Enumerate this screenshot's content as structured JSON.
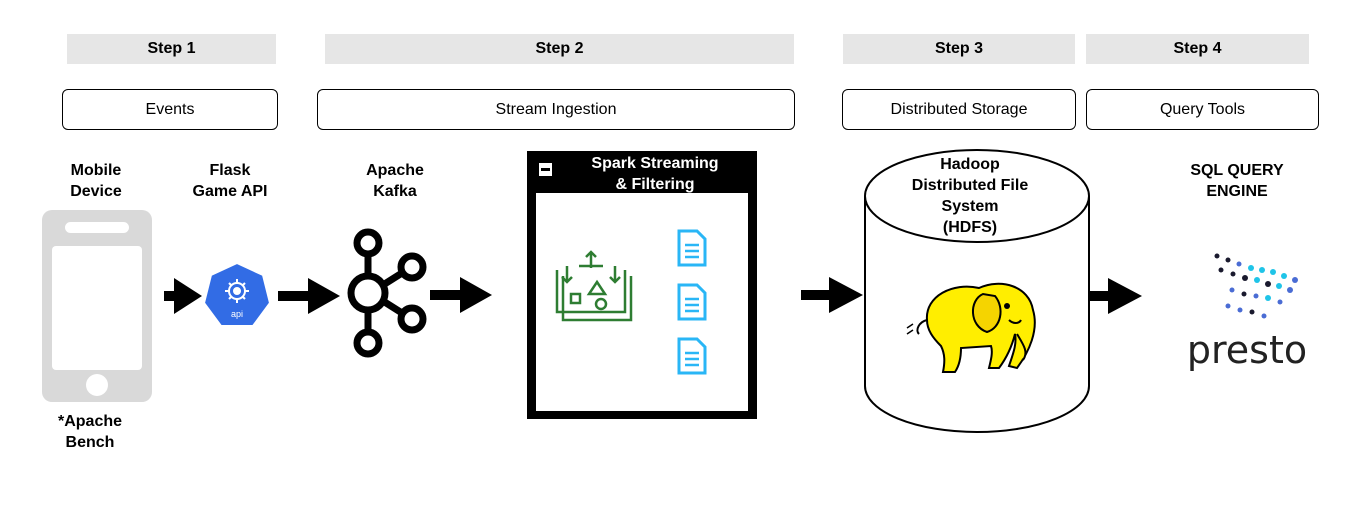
{
  "steps": [
    "Step 1",
    "Step 2",
    "Step 3",
    "Step 4"
  ],
  "stages": [
    "Events",
    "Stream Ingestion",
    "Distributed Storage",
    "Query Tools"
  ],
  "components": {
    "mobile": "Mobile\nDevice",
    "flask": "Flask\nGame API",
    "kafka": "Apache\nKafka",
    "spark": "Spark Streaming\n& Filtering",
    "hdfs": "Hadoop\nDistributed File\nSystem\n(HDFS)",
    "sql": "SQL QUERY\nENGINE",
    "bench": "*Apache\nBench"
  },
  "api_badge_label": "api",
  "presto_wordmark": "presto",
  "icons": {
    "mobile": "smartphone-icon",
    "api": "api-badge-icon",
    "kafka": "kafka-logo-icon",
    "spark_collapse": "collapse-icon",
    "spark_process": "stream-processing-icon",
    "doc": "document-icon",
    "hadoop": "hadoop-elephant-icon",
    "presto": "presto-logo-icon",
    "arrow": "arrow-right-icon"
  },
  "colors": {
    "step_bg": "#e6e6e6",
    "phone": "#d9d9d9",
    "api_blue": "#326ce5",
    "process_green": "#2e7d32",
    "doc_cyan": "#29b6f6",
    "hadoop_yellow": "#ffee00",
    "presto_cyan": "#1fc4e8",
    "presto_blue": "#4a6cd4"
  }
}
